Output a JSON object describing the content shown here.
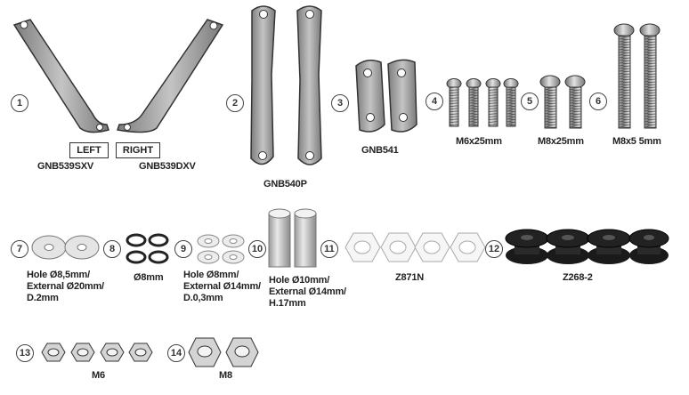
{
  "parts": [
    {
      "number": "1",
      "side_left": "LEFT",
      "side_right": "RIGHT",
      "code_left": "GNB539SXV",
      "code_right": "GNB539DXV"
    },
    {
      "number": "2",
      "code": "GNB540P"
    },
    {
      "number": "3",
      "code": "GNB541"
    },
    {
      "number": "4",
      "code": "M6x25mm"
    },
    {
      "number": "5",
      "code": "M8x25mm"
    },
    {
      "number": "6",
      "code": "M8x5 5mm"
    },
    {
      "number": "7",
      "desc": [
        "Hole Ø8,5mm/",
        "External Ø20mm/",
        "D.2mm"
      ]
    },
    {
      "number": "8",
      "code": "Ø8mm"
    },
    {
      "number": "9",
      "desc": [
        "Hole Ø8mm/",
        "External Ø14mm/",
        "D.0,3mm"
      ]
    },
    {
      "number": "10",
      "desc": [
        "Hole Ø10mm/",
        "External Ø14mm/",
        "H.17mm"
      ]
    },
    {
      "number": "11",
      "code": "Z871N"
    },
    {
      "number": "12",
      "code": "Z268-2"
    },
    {
      "number": "13",
      "code": "M6"
    },
    {
      "number": "14",
      "code": "M8"
    }
  ]
}
